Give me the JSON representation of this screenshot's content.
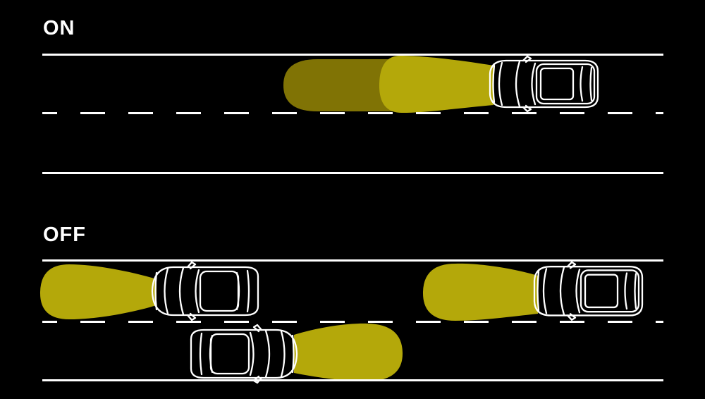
{
  "colors": {
    "background": "#000000",
    "road_line": "#ffffff",
    "label_text": "#ffffff",
    "car_outline": "#ffffff",
    "beam_bright": "#b4a80a",
    "beam_dim": "#807305"
  },
  "scenes": [
    {
      "id": "on",
      "label": "ON",
      "cars": [
        {
          "type": "suv",
          "facing": "left",
          "beams": [
            "far-dimmed",
            "near-bright"
          ]
        }
      ]
    },
    {
      "id": "off",
      "label": "OFF",
      "cars": [
        {
          "type": "sedan",
          "facing": "left",
          "beams": [
            "near-bright"
          ]
        },
        {
          "type": "sedan",
          "facing": "right",
          "beams": [
            "near-bright"
          ]
        },
        {
          "type": "suv",
          "facing": "left",
          "beams": [
            "near-bright"
          ]
        }
      ]
    }
  ]
}
